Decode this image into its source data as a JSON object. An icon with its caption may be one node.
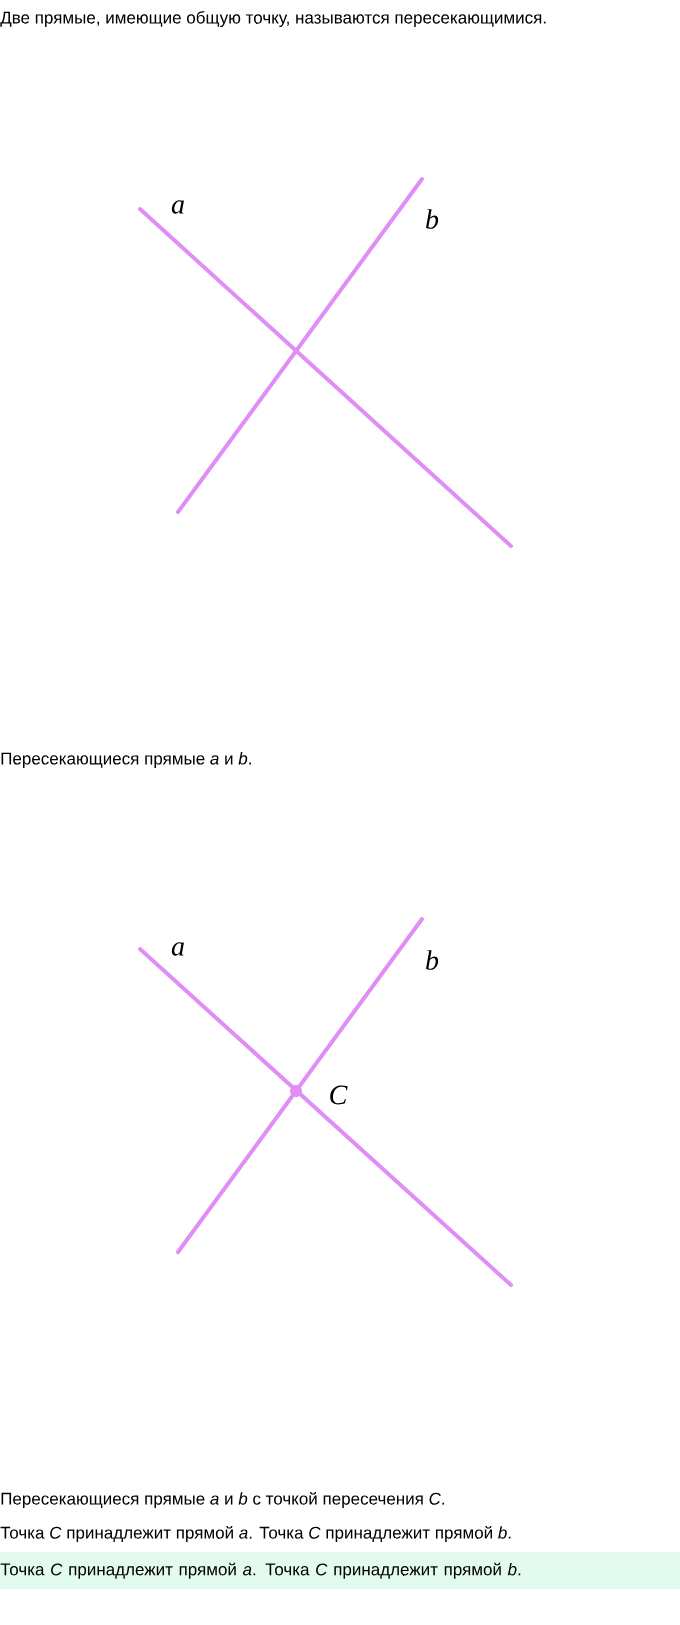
{
  "diagram": {
    "nodes": [
      {
        "text": [
          "Точка *C* принадлежит прямой *a*. Точка *C* принадлежит прямой *b*."
        ]
      }
    ],
    "labels": [
      "Две прямые, имеющие общую точку, называются пересекающимися.",
      "a",
      "b",
      "Пересекающиеся прямые *a* и *b*.",
      "a",
      "b",
      "C",
      "Пересекающиеся прямые *a* и *b* с точкой пересечения *C*.",
      "Точка *C* принадлежит прямой *a*. Точка *C* принадлежит прямой *b*."
    ]
  }
}
